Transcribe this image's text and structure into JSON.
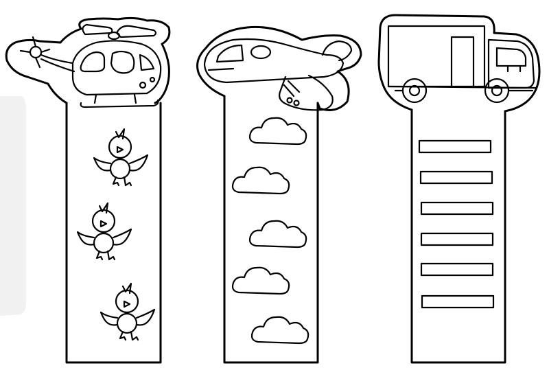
{
  "sheet": {
    "background": "#ffffff",
    "line_color": "#000000",
    "left_edge_shade": "#f1f1f1"
  },
  "bookmarks": [
    {
      "topper": "helicopter-icon",
      "strip_decorations": {
        "icon": "bird-icon",
        "count": 3
      }
    },
    {
      "topper": "airplane-icon",
      "strip_decorations": {
        "icon": "cloud-icon",
        "count": 5
      }
    },
    {
      "topper": "truck-icon",
      "strip_decorations": {
        "icon": "empty-bar-icon",
        "count": 6
      }
    }
  ]
}
